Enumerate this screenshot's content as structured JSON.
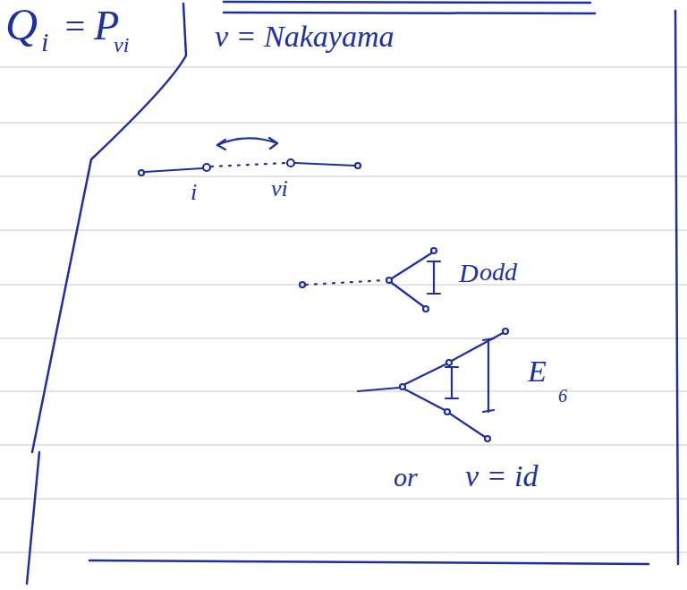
{
  "diagram": {
    "labels": [
      "Q",
      "i",
      "=",
      "P",
      "νi",
      "ν = Nakayama",
      "i",
      "νi",
      "D",
      "odd",
      "E",
      "6",
      "or",
      "ν = id"
    ]
  }
}
